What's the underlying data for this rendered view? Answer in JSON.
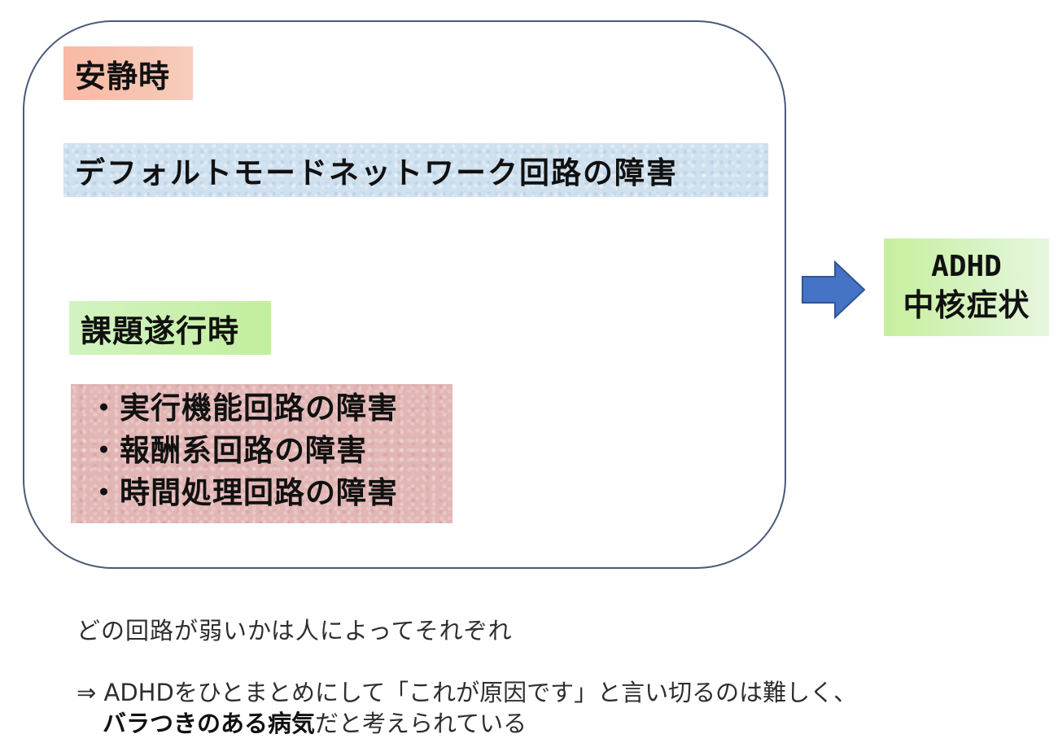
{
  "rest": {
    "label": "安静時",
    "circuit": "デフォルトモードネットワーク回路の障害"
  },
  "task": {
    "label": "課題遂行時",
    "circuits": [
      "・実行機能回路の障害",
      "・報酬系回路の障害",
      "・時間処理回路の障害"
    ]
  },
  "result": {
    "line1": "ADHD",
    "line2": "中核症状"
  },
  "notes": {
    "variation": "どの回路が弱いかは人によってそれぞれ",
    "conclusion_line1": "⇒ ADHDをひとまとめにして「これが原因です」と言い切るのは難しく、",
    "conclusion_bold": "バラつきのある病気",
    "conclusion_rest": "だと考えられている"
  },
  "colors": {
    "rest_label_bg": "#f6c6b3",
    "dmn_bg": "#cfe0ee",
    "task_label_bg": "#c3ee9f",
    "circuits_bg": "#e2b6b5",
    "arrow": "#4472c4",
    "result_bg": "#c7ef9e",
    "frame_border": "#4a5a7a"
  }
}
